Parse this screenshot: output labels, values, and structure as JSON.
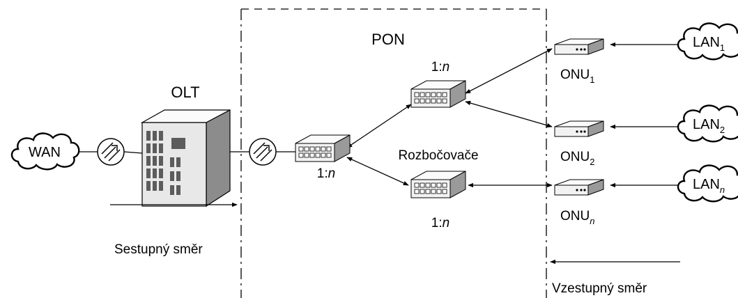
{
  "labels": {
    "pon": "PON",
    "olt": "OLT",
    "wan": "WAN",
    "splitters": "Rozbočovače",
    "downstream": "Sestupný směr",
    "upstream": "Vzestupný směr",
    "ratio_prefix": "1:",
    "ratio_n": "n",
    "onu_base": "ONU",
    "lan_base": "LAN",
    "sub_1": "1",
    "sub_2": "2",
    "sub_n": "n"
  },
  "colors": {
    "line": "#000000",
    "device_face": "#f2f2f2",
    "device_top": "#fbfbfb",
    "device_side": "#9a9a9a",
    "olt_face": "#e8e8e8",
    "olt_side": "#8c8c8c",
    "olt_window": "#5c5c5c"
  }
}
